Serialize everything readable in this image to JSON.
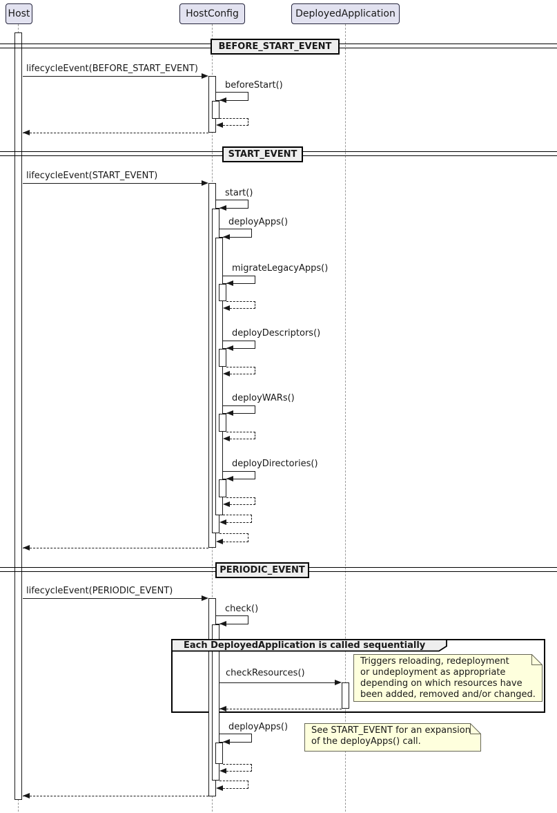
{
  "participants": {
    "host": "Host",
    "hostconfig": "HostConfig",
    "deployedapplication": "DeployedApplication"
  },
  "dividers": {
    "before_start": "BEFORE_START_EVENT",
    "start": "START_EVENT",
    "periodic": "PERIODIC_EVENT"
  },
  "messages": {
    "lifecycle_before_start": "lifecycleEvent(BEFORE_START_EVENT)",
    "before_start": "beforeStart()",
    "lifecycle_start": "lifecycleEvent(START_EVENT)",
    "start": "start()",
    "deploy_apps_start": "deployApps()",
    "migrate_legacy_apps": "migrateLegacyApps()",
    "deploy_descriptors": "deployDescriptors()",
    "deploy_wars": "deployWARs()",
    "deploy_directories": "deployDirectories()",
    "lifecycle_periodic": "lifecycleEvent(PERIODIC_EVENT)",
    "check": "check()",
    "check_resources": "checkResources()",
    "deploy_apps_periodic": "deployApps()"
  },
  "group": {
    "label": "Each DeployedApplication is called sequentially"
  },
  "notes": {
    "check_resources_note": "Triggers reloading, redeployment\nor undeployment as appropriate\ndepending on which resources have\nbeen added, removed and/or changed.",
    "deploy_apps_note": "See START_EVENT for an expansion\nof the deployApps() call."
  },
  "colors": {
    "participant_fill": "#E2E2F0",
    "participant_border": "#23233b",
    "note_fill": "#FEFFDD",
    "note_border": "#666655",
    "divider_fill": "#EEEEEE",
    "line": "#181818",
    "lifeline": "#999999",
    "group_header_fill": "#EEEEEE",
    "background": "#FFFFFF"
  }
}
